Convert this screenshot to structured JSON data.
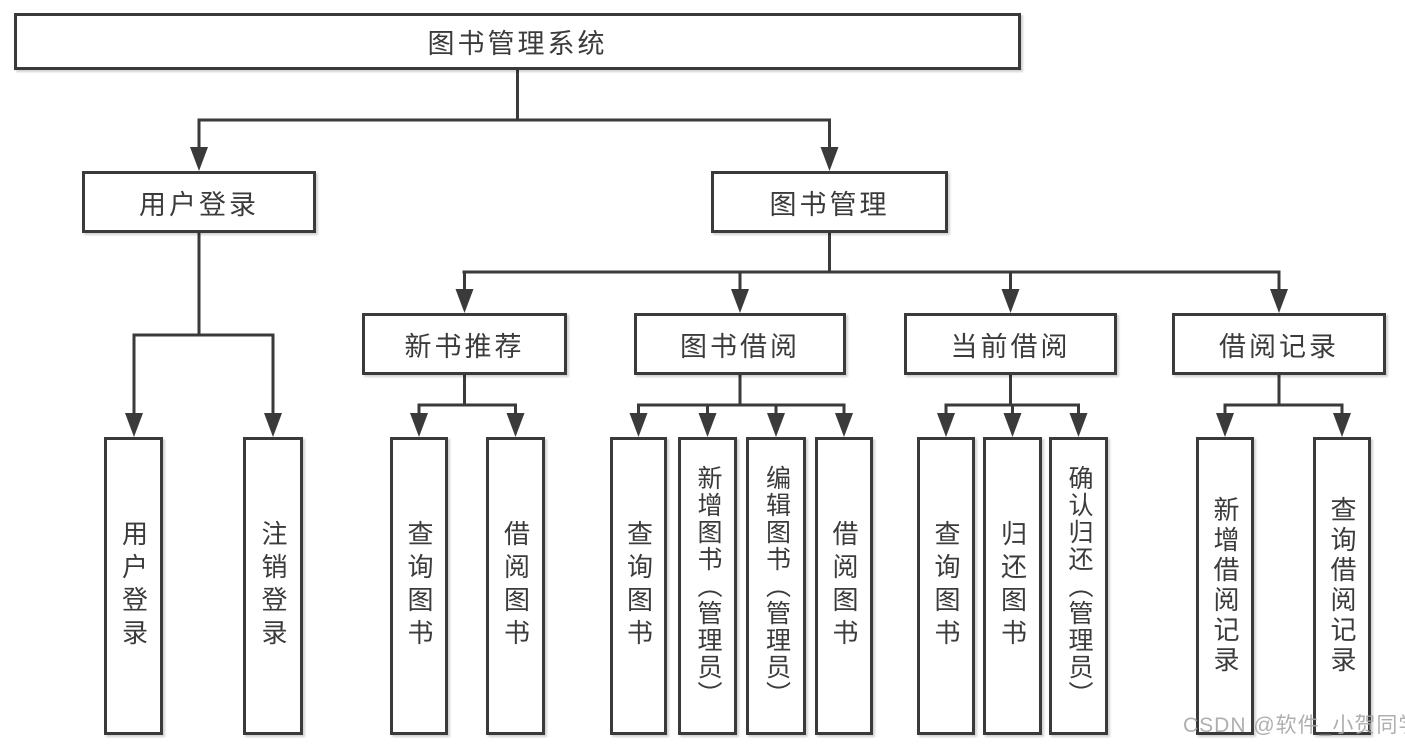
{
  "diagram": {
    "type": "hierarchy",
    "root": {
      "label": "图书管理系统",
      "children": [
        {
          "label": "用户登录",
          "children": [
            {
              "label": "用户登录"
            },
            {
              "label": "注销登录"
            }
          ]
        },
        {
          "label": "图书管理",
          "children": [
            {
              "label": "新书推荐",
              "children": [
                {
                  "label": "查询图书"
                },
                {
                  "label": "借阅图书"
                }
              ]
            },
            {
              "label": "图书借阅",
              "children": [
                {
                  "label": "查询图书"
                },
                {
                  "label": "新增图书（管理员）"
                },
                {
                  "label": "编辑图书（管理员）"
                },
                {
                  "label": "借阅图书"
                }
              ]
            },
            {
              "label": "当前借阅",
              "children": [
                {
                  "label": "查询图书"
                },
                {
                  "label": "归还图书"
                },
                {
                  "label": "确认归还（管理员）"
                }
              ]
            },
            {
              "label": "借阅记录",
              "children": [
                {
                  "label": "新增借阅记录"
                },
                {
                  "label": "查询借阅记录"
                }
              ]
            }
          ]
        }
      ]
    }
  },
  "watermark": {
    "text": "CSDN @软件_小贺同学"
  },
  "colors": {
    "line": "#3a3a3a",
    "text": "#3b3b3b",
    "watermark": "#a9a9a9",
    "background": "#ffffff"
  }
}
